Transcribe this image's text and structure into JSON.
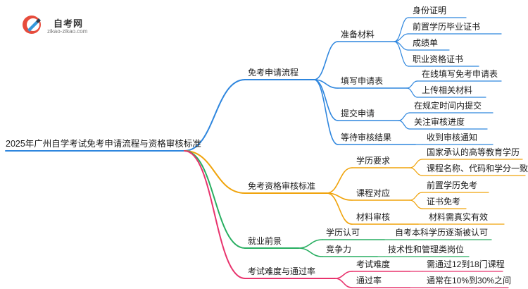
{
  "logo": {
    "title": "自考网",
    "url": "zikao-zikao.com"
  },
  "root": {
    "label": "2025年广州自学考试免考申请流程与资格审核标准"
  },
  "branches": {
    "b1": {
      "label": "免考申请流程",
      "color": "#2e86de",
      "c1": {
        "label": "准备材料",
        "leaves": [
          "身份证明",
          "前置学历毕业证书",
          "成绩单",
          "职业资格证书"
        ]
      },
      "c2": {
        "label": "填写申请表",
        "leaves": [
          "在线填写免考申请表",
          "上传相关材料"
        ]
      },
      "c3": {
        "label": "提交申请",
        "leaves": [
          "在规定时间内提交",
          "关注审核进度"
        ]
      },
      "c4": {
        "label": "等待审核结果",
        "leaves": [
          "收到审核通知"
        ]
      }
    },
    "b2": {
      "label": "免考资格审核标准",
      "color": "#f0a30a",
      "c1": {
        "label": "学历要求",
        "leaves": [
          "国家承认的高等教育学历",
          "课程名称、代码和学分一致"
        ]
      },
      "c2": {
        "label": "课程对应",
        "leaves": [
          "前置学历免考",
          "证书免考"
        ]
      },
      "c3": {
        "label": "材料审核",
        "leaves": [
          "材料需真实有效"
        ]
      }
    },
    "b3": {
      "label": "就业前景",
      "color": "#27ae60",
      "c1": {
        "label": "学历认可",
        "leaves": [
          "自考本科学历逐渐被认可"
        ]
      },
      "c2": {
        "label": "竞争力",
        "leaves": [
          "技术性和管理类岗位"
        ]
      }
    },
    "b4": {
      "label": "考试难度与通过率",
      "color": "#e8336d",
      "c1": {
        "label": "考试难度",
        "leaves": [
          "需通过12到18门课程"
        ]
      },
      "c2": {
        "label": "通过率",
        "leaves": [
          "通常在10%到30%之间"
        ]
      }
    }
  }
}
